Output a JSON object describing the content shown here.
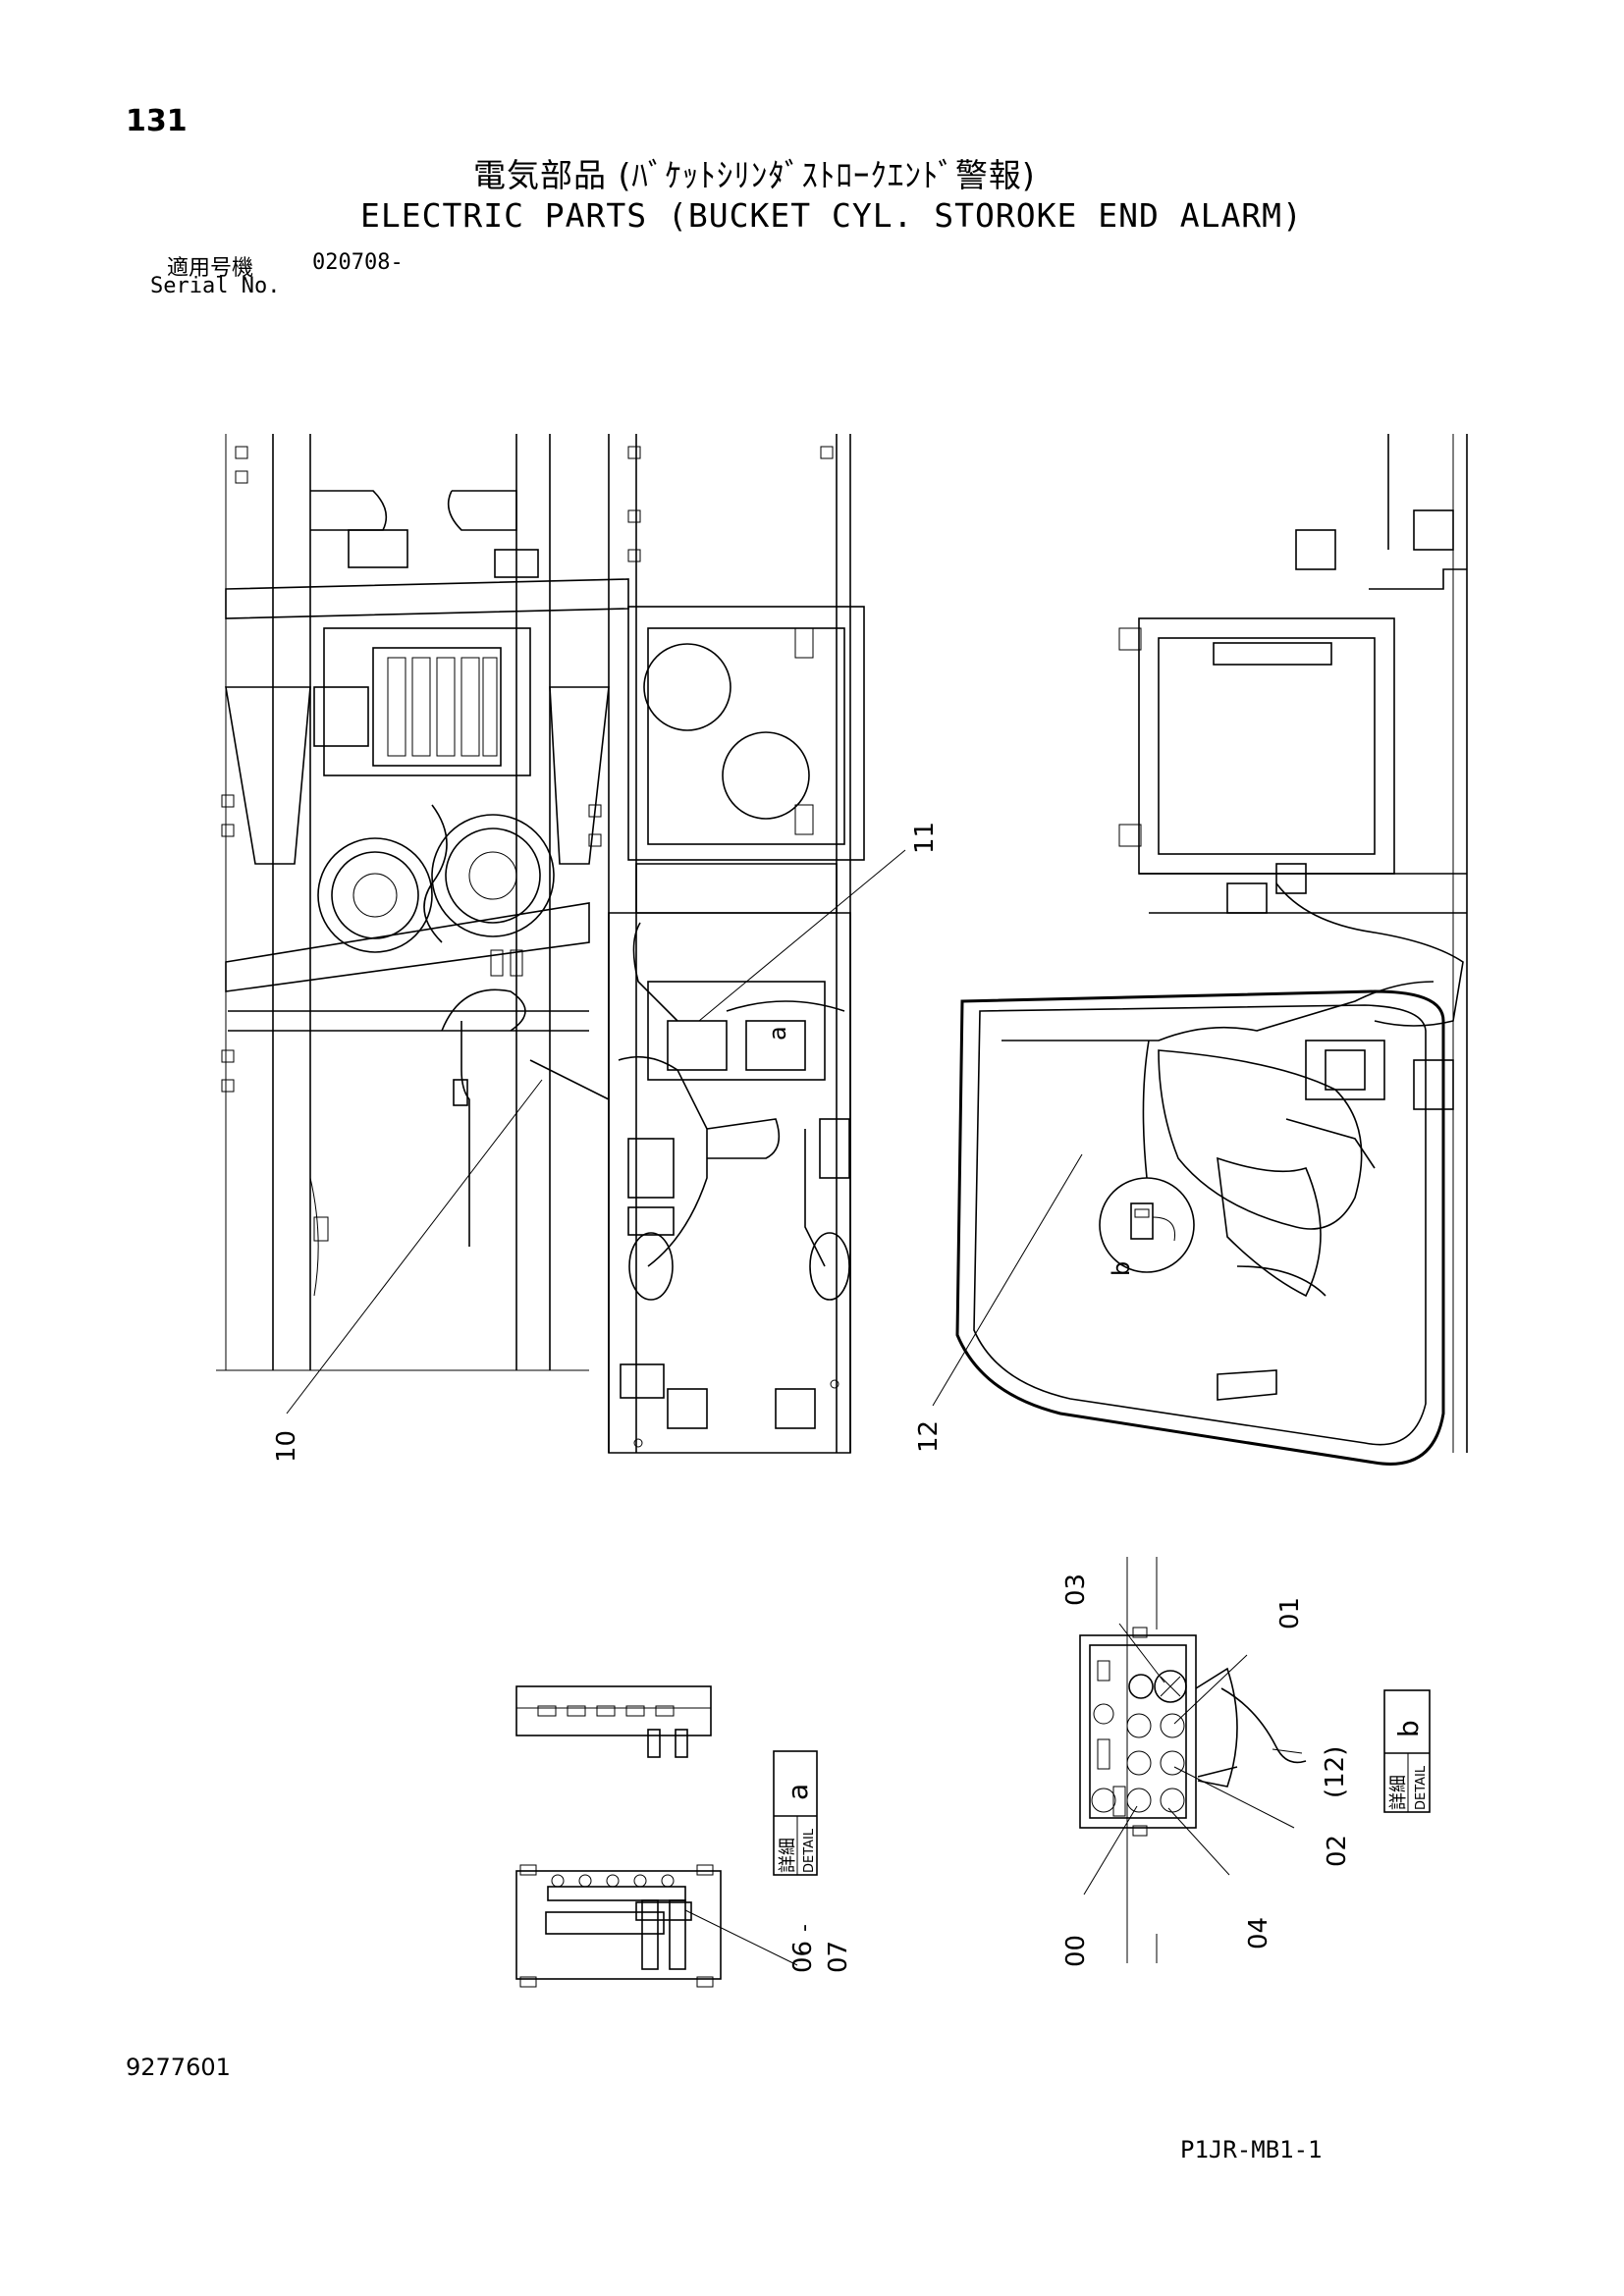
{
  "header": {
    "page_number": "131",
    "title_jp": "電気部品 (ﾊﾞｹｯﾄｼﾘﾝﾀﾞｽﾄﾛｰｸｴﾝﾄﾞ警報)",
    "title_en": "ELECTRIC PARTS (BUCKET CYL. STOROKE END ALARM)",
    "serial_label_jp": "適用号機",
    "serial_value": "020708-",
    "serial_label_en": "Serial No."
  },
  "callouts": {
    "c10": "10",
    "c11": "11",
    "c12": "12",
    "a": "a",
    "b": "b",
    "c00": "00",
    "c01": "01",
    "c02": "02",
    "c03": "03",
    "c04": "04",
    "c06": "06",
    "c07": "07",
    "c12p": "(12)",
    "dash": "-"
  },
  "detail_a": {
    "kanji": "詳細",
    "en": "DETAIL",
    "letter": "a"
  },
  "detail_b": {
    "kanji": "詳細",
    "en": "DETAIL",
    "letter": "b"
  },
  "footer": {
    "part_number": "9277601",
    "doc_code": "P1JR-MB1-1"
  }
}
